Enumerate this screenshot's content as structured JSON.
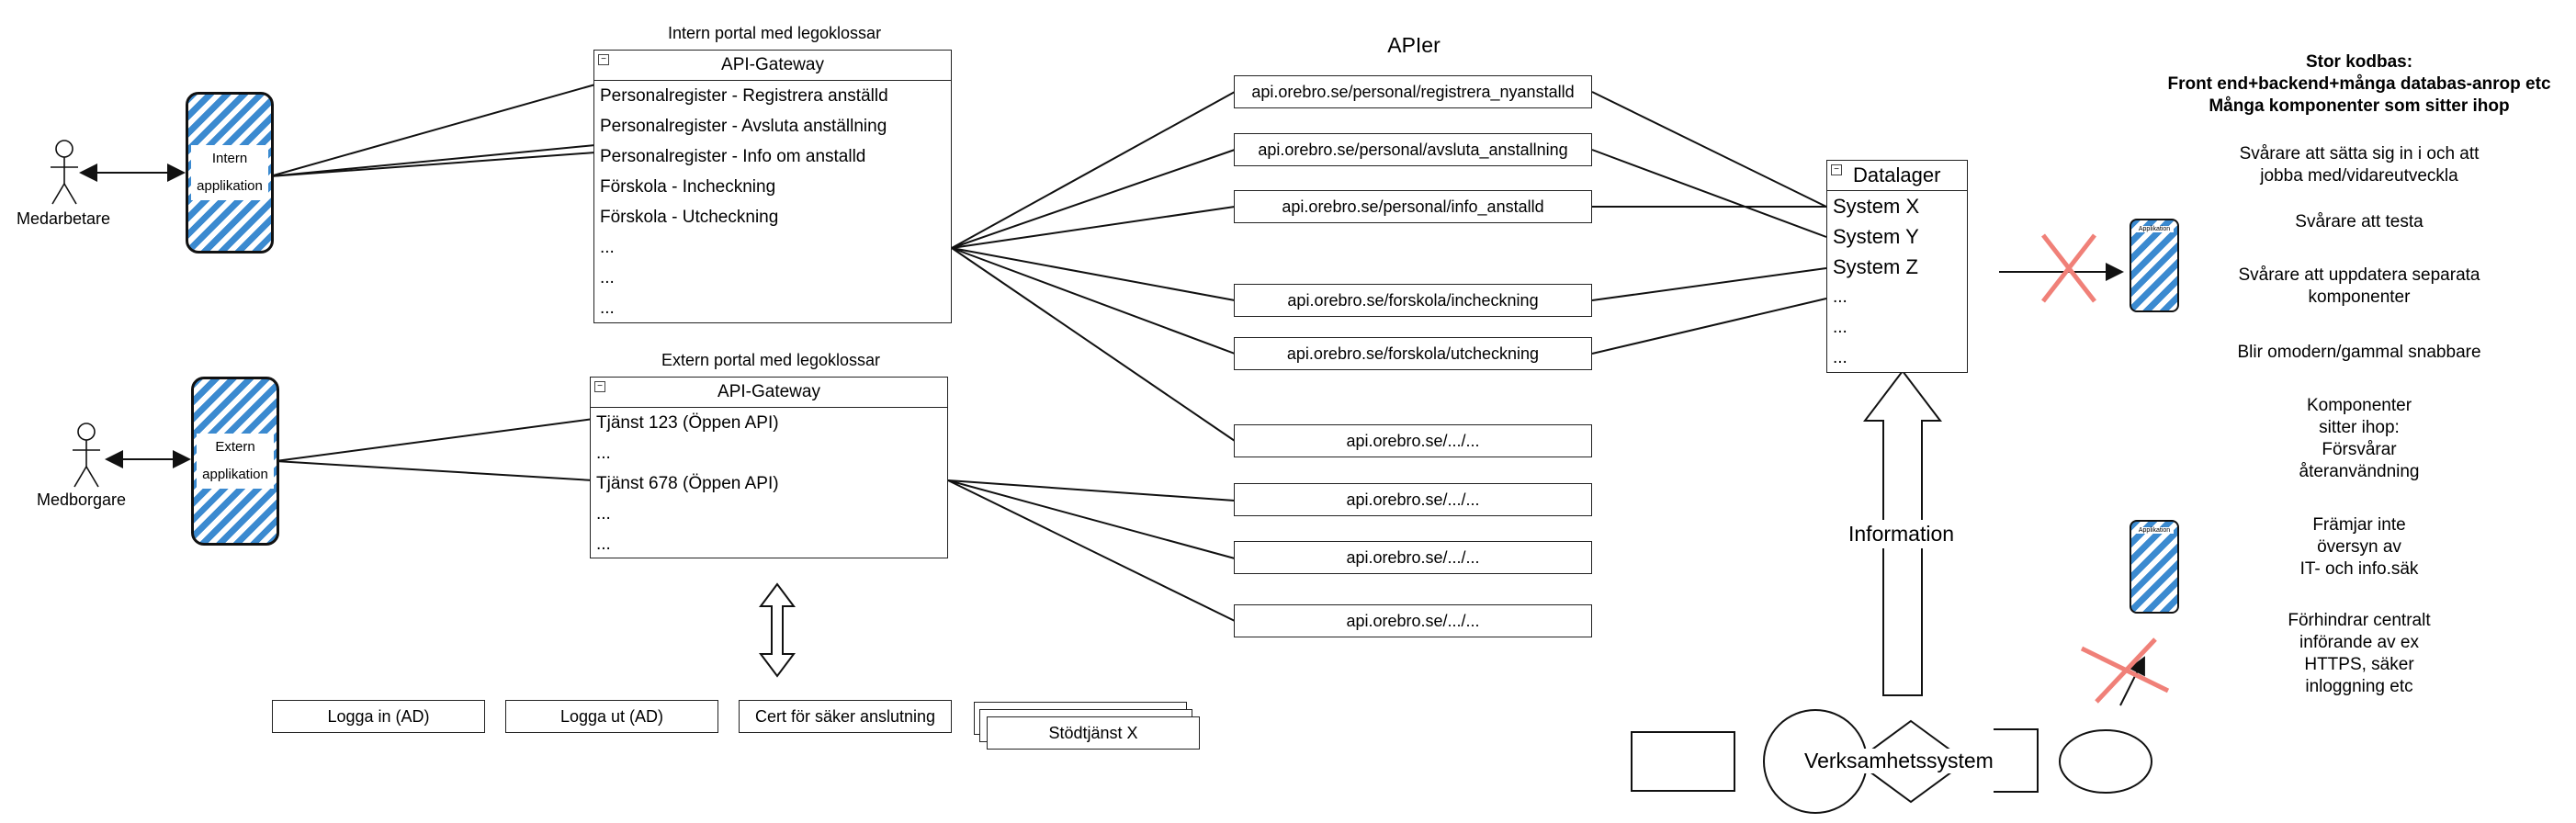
{
  "actors": {
    "employee": "Medarbetare",
    "citizen": "Medborgare"
  },
  "apps": {
    "internal": [
      "Intern",
      "applikation"
    ],
    "external": [
      "Extern",
      "applikation"
    ],
    "mini": "Applikation"
  },
  "internal_portal": {
    "caption": "Intern portal med legoklossar",
    "title": "API-Gateway",
    "rows": [
      "Personalregister - Registrera anställd",
      "Personalregister - Avsluta anställning",
      "Personalregister - Info om anstalld",
      "Förskola - Incheckning",
      "Förskola - Utcheckning",
      "...",
      "...",
      "..."
    ]
  },
  "external_portal": {
    "caption": "Extern portal med legoklossar",
    "title": "API-Gateway",
    "rows": [
      "Tjänst 123 (Öppen API)",
      "...",
      "Tjänst 678 (Öppen API)",
      "...",
      "..."
    ]
  },
  "apis": {
    "heading": "APIer",
    "items": [
      "api.orebro.se/personal/registrera_nyanstalld",
      "api.orebro.se/personal/avsluta_anstallning",
      "api.orebro.se/personal/info_anstalld",
      "api.orebro.se/forskola/incheckning",
      "api.orebro.se/forskola/utcheckning",
      "api.orebro.se/.../...",
      "api.orebro.se/.../...",
      "api.orebro.se/.../...",
      "api.orebro.se/.../..."
    ]
  },
  "datastore": {
    "title": "Datalager",
    "rows": [
      "System X",
      "System Y",
      "System Z",
      "...",
      "...",
      "..."
    ]
  },
  "information_label": "Information",
  "business_systems_label": "Verksamhetssystem",
  "support_services": [
    "Logga in (AD)",
    "Logga ut (AD)",
    "Cert för säker anslutning",
    "Stödtjänst X"
  ],
  "notes": {
    "heading": [
      "Stor kodbas:",
      "Front end+backend+många databas-anrop etc",
      "Många komponenter som sitter ihop"
    ],
    "items": [
      [
        "Svårare att sätta sig in i  och att",
        "jobba med/vidareutveckla"
      ],
      [
        "Svårare att testa"
      ],
      [
        "Svårare att uppdatera separata",
        "komponenter"
      ],
      [
        "Blir omodern/gammal snabbare"
      ],
      [
        "Komponenter",
        "sitter ihop:",
        "Försvårar",
        "återanvändning"
      ],
      [
        "Främjar inte",
        "översyn av",
        "IT- och info.säk"
      ],
      [
        "Förhindrar centralt",
        "införande av ex",
        "HTTPS, säker",
        "inloggning etc"
      ]
    ]
  },
  "colors": {
    "app_stripe": "#3b8ad0",
    "cross": "#f08078",
    "line": "#111111"
  }
}
